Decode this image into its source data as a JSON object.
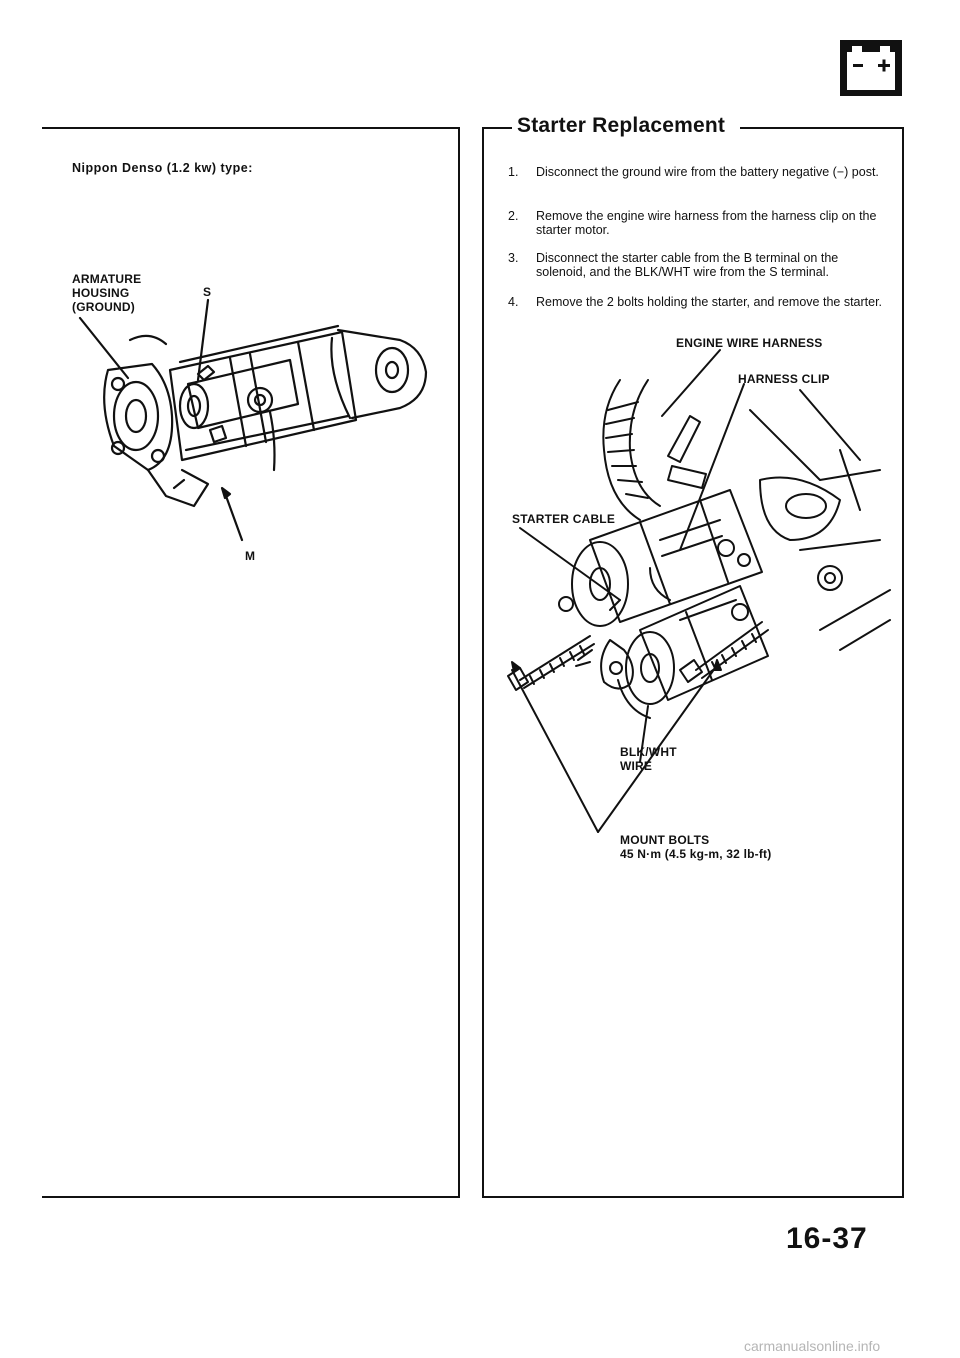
{
  "left_panel": {
    "type_label": "Nippon Denso (1.2 kw) type:",
    "callouts": {
      "armature_housing": "ARMATURE HOUSING (GROUND)",
      "s_terminal": "S",
      "m_terminal": "M"
    }
  },
  "right_panel": {
    "section_title": "Starter Replacement",
    "steps": [
      {
        "num": "1.",
        "text": "Disconnect the ground wire from the battery negative (−) post."
      },
      {
        "num": "2.",
        "text": "Remove the engine wire harness from the harness clip on the starter motor."
      },
      {
        "num": "3.",
        "text": "Disconnect the starter cable from the B terminal on the solenoid, and the BLK/WHT wire from the S terminal."
      },
      {
        "num": "4.",
        "text": "Remove the 2 bolts holding the starter, and remove the starter."
      }
    ],
    "callouts": {
      "engine_wire_harness": "ENGINE WIRE HARNESS",
      "harness_clip": "HARNESS CLIP",
      "starter_cable": "STARTER CABLE",
      "blk_wht_wire_line1": "BLK/WHT",
      "blk_wht_wire_line2": "WIRE",
      "mount_bolts": "MOUNT BOLTS",
      "torque_spec": "45 N·m (4.5 kg-m, 32 lb-ft)"
    }
  },
  "page_number": "16-37",
  "footer_watermark": "carmanualsonline.info",
  "battery_icon": "battery-icon"
}
